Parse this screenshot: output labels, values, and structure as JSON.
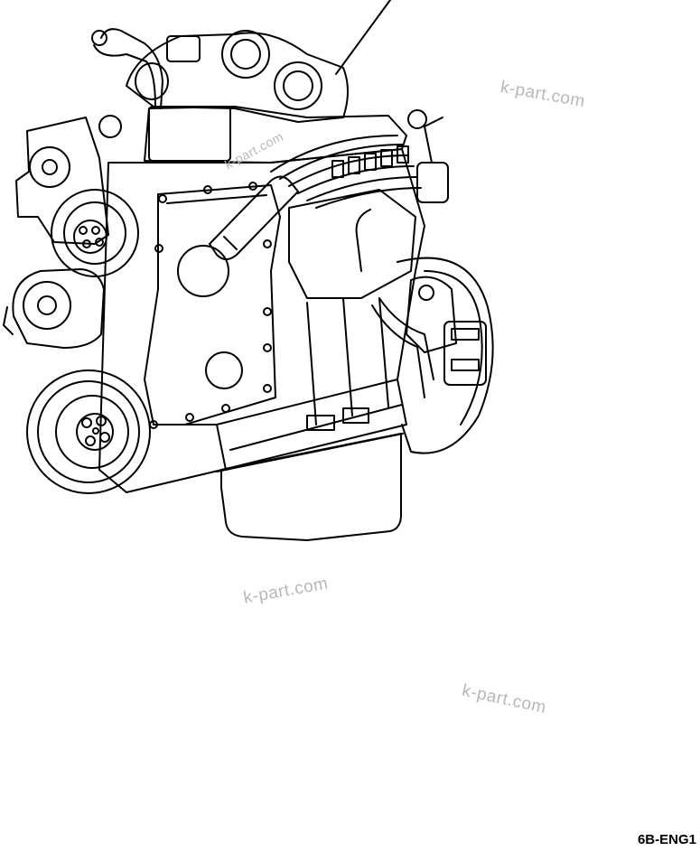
{
  "watermarks": [
    {
      "text": "k-part.com"
    },
    {
      "text": "k-part.com"
    },
    {
      "text": "k-part.com"
    },
    {
      "text": "k-part.com"
    }
  ],
  "figure": {
    "code": "6B-ENG1"
  },
  "colors": {
    "line": "#000000",
    "background": "#ffffff",
    "watermark": "#b8b8b8"
  }
}
